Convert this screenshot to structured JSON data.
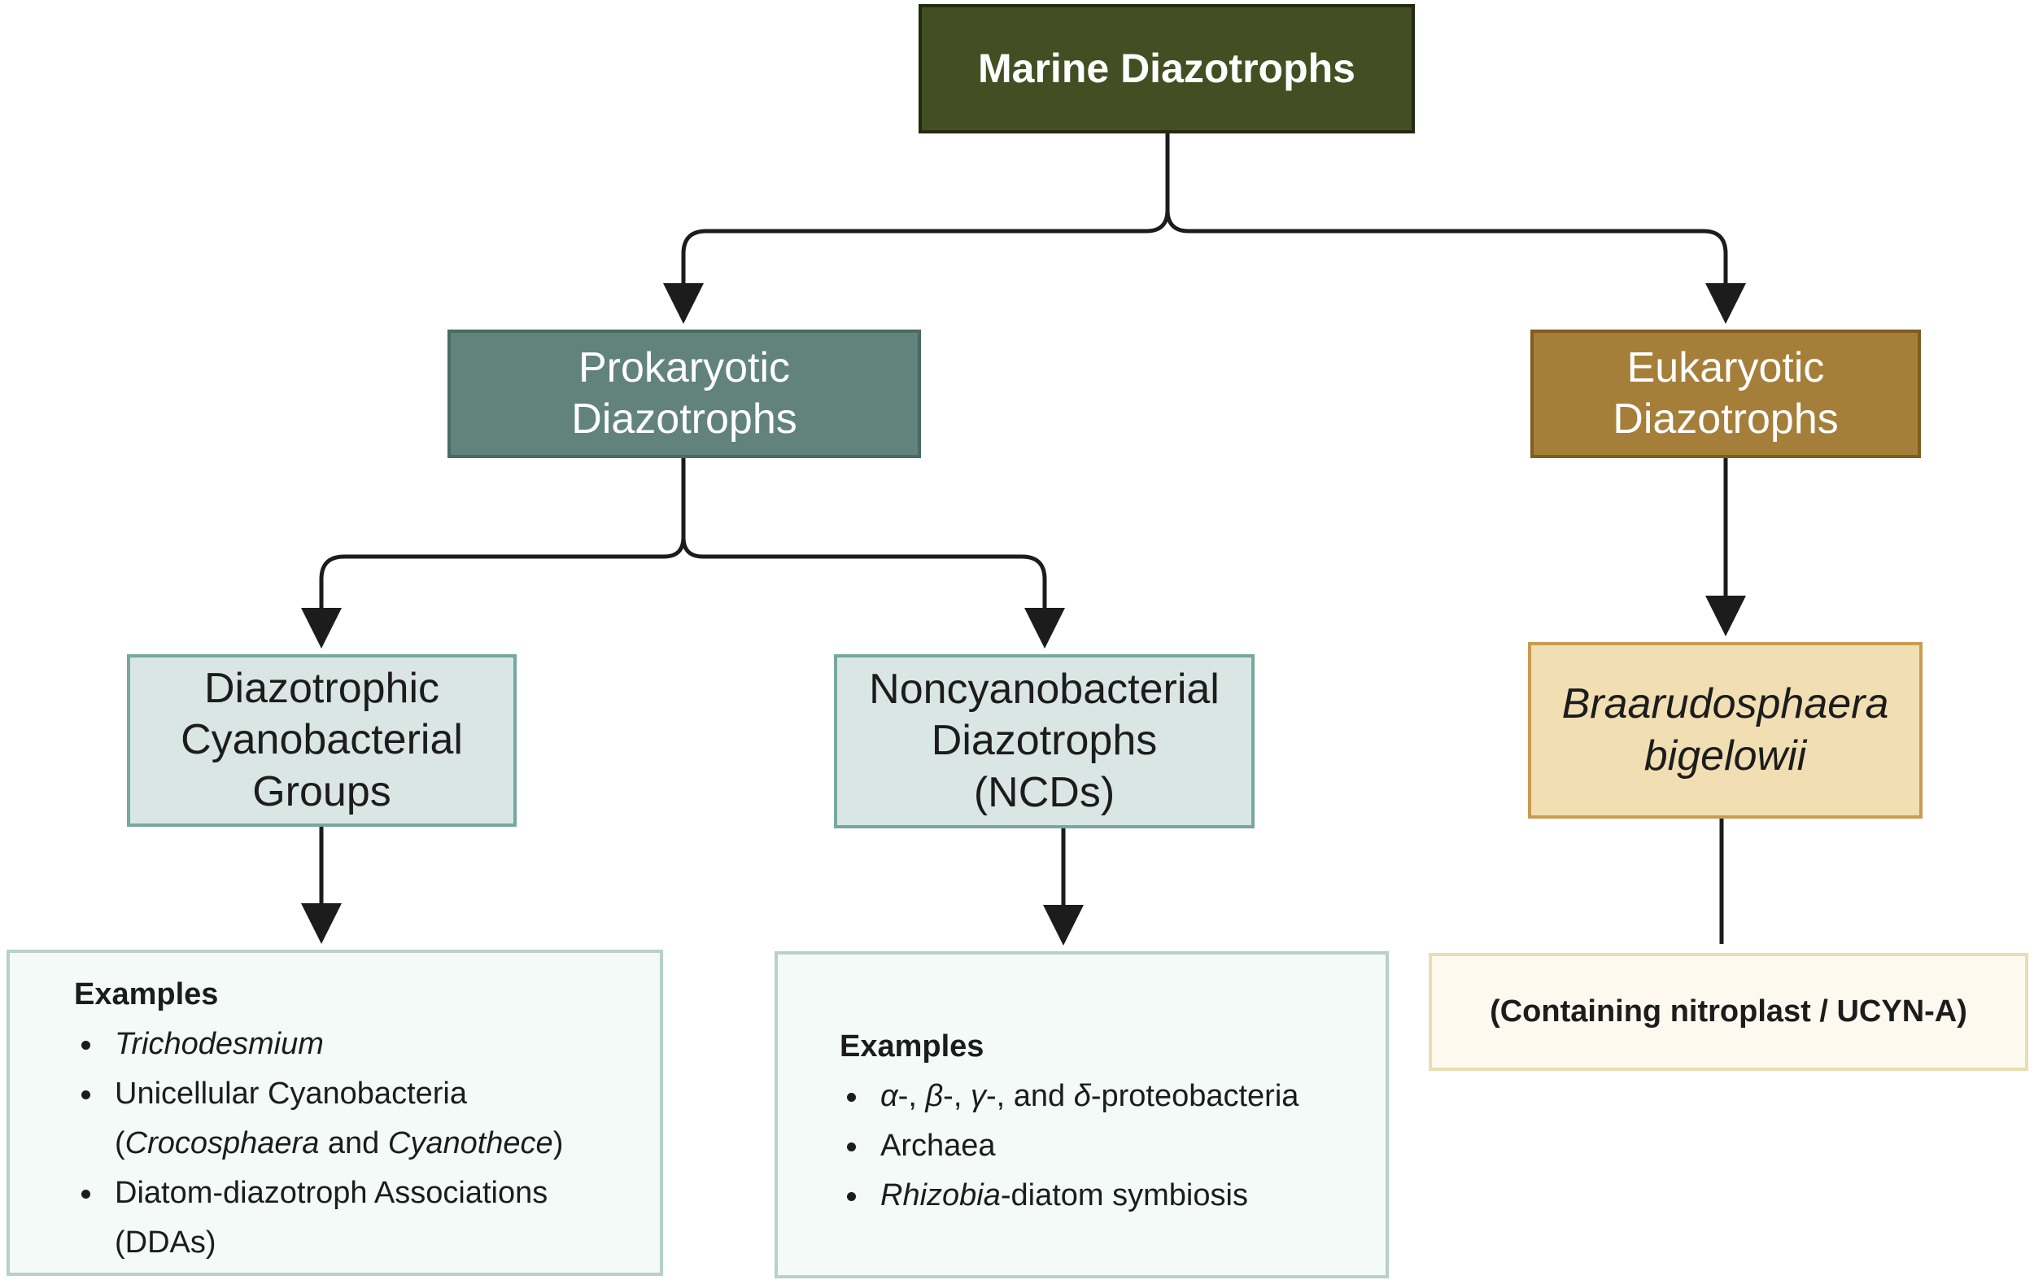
{
  "root": {
    "label": "Marine Diazotrophs"
  },
  "prokaryotic": {
    "lines": [
      "Prokaryotic",
      "Diazotrophs"
    ]
  },
  "eukaryotic": {
    "lines": [
      "Eukaryotic",
      "Diazotrophs"
    ]
  },
  "cyanobacterial": {
    "lines": [
      "Diazotrophic",
      "Cyanobacterial",
      "Groups"
    ]
  },
  "noncyanobacterial": {
    "lines": [
      "Noncyanobacterial",
      "Diazotrophs",
      "(NCDs)"
    ]
  },
  "braarudosphaera": {
    "lines": [
      "Braarudosphaera",
      "bigelowii"
    ]
  },
  "nitroplast": {
    "label": "(Containing nitroplast / UCYN-A)"
  },
  "cyano_examples": {
    "title": "Examples",
    "item1": {
      "taxon": "Trichodesmium"
    },
    "item2": {
      "line1": "Unicellular Cyanobacteria",
      "open_paren": "(",
      "taxon_a": "Crocosphaera",
      "conjunction": " and ",
      "taxon_b": "Cyanothece",
      "close_paren": ")"
    },
    "item3": {
      "line1": "Diatom-diazotroph Associations",
      "line2": "(DDAs)"
    }
  },
  "ncd_examples": {
    "title": "Examples",
    "item1": {
      "alpha": "α",
      "sep1": "-, ",
      "beta": "β",
      "sep2": "-, ",
      "gamma": "γ",
      "sep3": "-, and ",
      "delta": "δ",
      "tail": "-proteobacteria"
    },
    "item2": {
      "text": "Archaea"
    },
    "item3": {
      "taxon": "Rhizobia",
      "tail": "-diatom symbiosis"
    }
  },
  "colors": {
    "root_fill": "#434f22",
    "prokaryotic_fill": "#62837c",
    "eukaryotic_fill": "#a57f3a",
    "group_fill": "#d9e6e3",
    "braarudosphaera_fill": "#f1deb3",
    "example_fill": "#f4faf8",
    "nitroplast_fill": "#fdf9ef",
    "connector": "#1c1c1c"
  }
}
